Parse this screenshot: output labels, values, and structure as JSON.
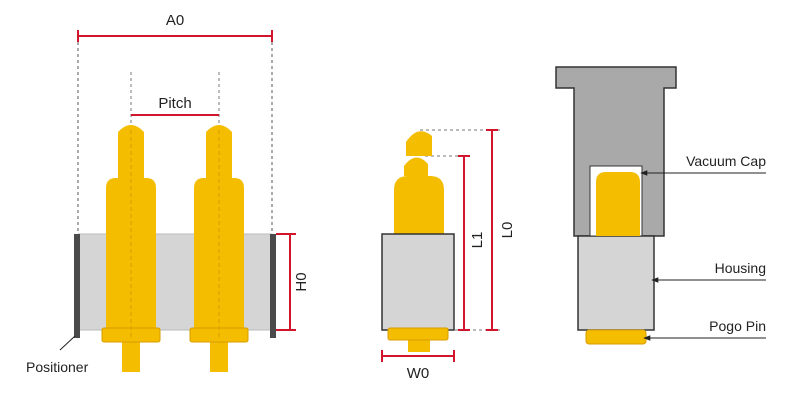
{
  "labels": {
    "a0": "A0",
    "pitch": "Pitch",
    "h0": "H0",
    "positioner": "Positioner",
    "l1": "L1",
    "l0": "L0",
    "w0": "W0",
    "vacuum_cap": "Vacuum Cap",
    "housing": "Housing",
    "pogo_pin": "Pogo Pin"
  },
  "colors": {
    "pin_gold": "#f5bd00",
    "pin_gold_dark": "#d99c00",
    "housing_gray": "#d5d5d5",
    "cap_gray": "#a9a9a9",
    "positioner_dark": "#4a4a4a",
    "dimension_red": "#d3142d",
    "outline": "#333333"
  }
}
